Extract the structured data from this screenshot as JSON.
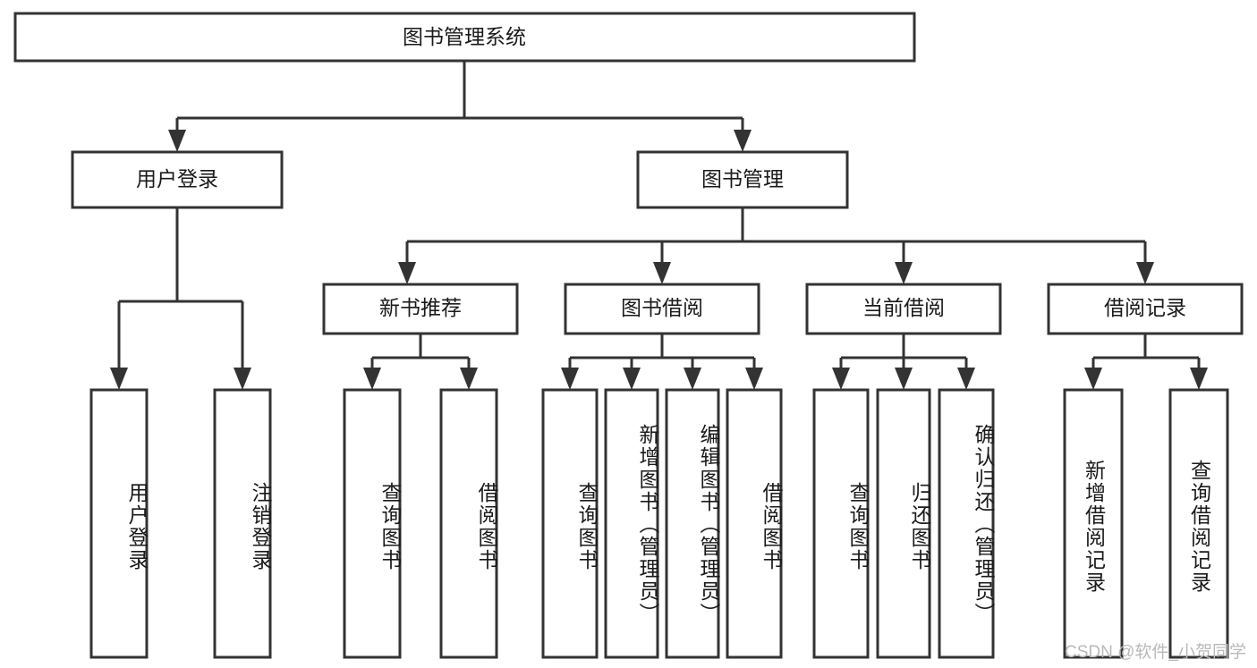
{
  "diagram": {
    "title": "图书管理系统",
    "type": "hierarchy-tree",
    "colors": {
      "box_border": "#333333",
      "box_fill": "#ffffff",
      "connector": "#333333",
      "text": "#1a1a1a",
      "watermark": "#b9b9b9",
      "background": "#ffffff"
    },
    "root": {
      "label": "图书管理系统"
    },
    "level2": [
      {
        "label": "用户登录"
      },
      {
        "label": "图书管理"
      }
    ],
    "level3": [
      {
        "label": "新书推荐"
      },
      {
        "label": "图书借阅"
      },
      {
        "label": "当前借阅"
      },
      {
        "label": "借阅记录"
      }
    ],
    "leaves": {
      "user_login": [
        {
          "label": "用户登录"
        },
        {
          "label": "注销登录"
        }
      ],
      "new_book_recommend": [
        {
          "label": "查询图书"
        },
        {
          "label": "借阅图书"
        }
      ],
      "book_borrow": [
        {
          "label": "查询图书"
        },
        {
          "label": "新增图书（管理员）"
        },
        {
          "label": "编辑图书（管理员）"
        },
        {
          "label": "借阅图书"
        }
      ],
      "current_borrow": [
        {
          "label": "查询图书"
        },
        {
          "label": "归还图书"
        },
        {
          "label": "确认归还（管理员）"
        }
      ],
      "borrow_record": [
        {
          "label": "新增借阅记录"
        },
        {
          "label": "查询借阅记录"
        }
      ]
    },
    "watermark": "CSDN @软件_小贺同学"
  }
}
